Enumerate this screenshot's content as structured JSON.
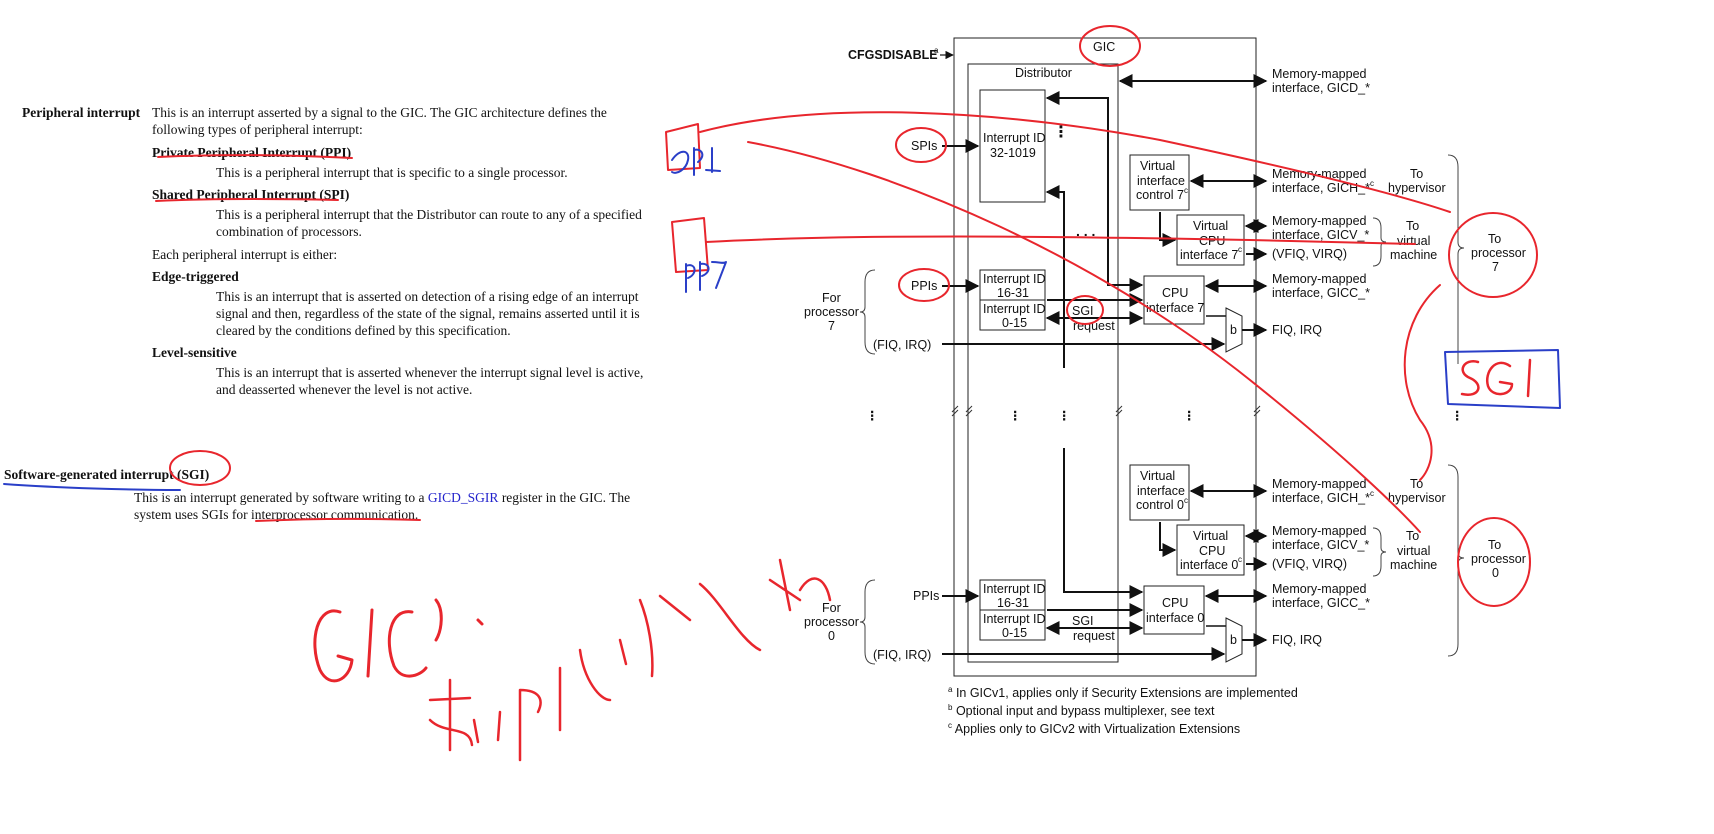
{
  "doc": {
    "peripheral_term": "Peripheral interrupt",
    "peripheral_desc_1": "This is an interrupt asserted by a signal to the GIC. The GIC architecture defines the",
    "peripheral_desc_2": "following types of peripheral interrupt:",
    "ppi_term": "Private Peripheral Interrupt (PPI)",
    "ppi_desc": "This is a peripheral interrupt that is specific to a single processor.",
    "spi_term": "Shared Peripheral Interrupt (SPI)",
    "spi_desc_1": "This is a peripheral interrupt that the Distributor can route to any of a specified",
    "spi_desc_2": "combination of processors.",
    "each_line": "Each peripheral interrupt is either:",
    "edge_term": "Edge-triggered",
    "edge_desc_1": "This is an interrupt that is asserted on detection of a rising edge of an interrupt",
    "edge_desc_2": "signal and then, regardless of the state of the signal, remains asserted until it is",
    "edge_desc_3": "cleared by the conditions defined by this specification.",
    "level_term": "Level-sensitive",
    "level_desc_1": "This is an interrupt that is asserted whenever the interrupt signal level is active,",
    "level_desc_2": "and deasserted whenever the level is not active.",
    "sgi_term": "Software-generated interrupt (SGI)",
    "sgi_desc_1a": "This is an interrupt generated by software writing to a ",
    "sgi_desc_1link": "GICD_SGIR",
    "sgi_desc_1b": " register in the GIC. The",
    "sgi_desc_2": "system uses SGIs for interprocessor communication."
  },
  "diagram": {
    "cfgsdisable": "CFGSDISABLE",
    "gic": "GIC",
    "distributor": "Distributor",
    "spis": "SPIs",
    "int_id_spi_1": "Interrupt ID",
    "int_id_spi_2": "32-1019",
    "mem_gicd_1": "Memory-mapped",
    "mem_gicd_2": "interface, GICD_*",
    "vic_1": "Virtual",
    "vic_2": "interface",
    "vic7_3": "control 7",
    "vic0_3": "control 0",
    "mem_gich_1": "Memory-mapped",
    "mem_gich_2": "interface, GICH_*",
    "to_hyp_1": "To",
    "to_hyp_2": "hypervisor",
    "vcpu_1": "Virtual",
    "vcpu_2": "CPU",
    "vcpu7_3": "interface 7",
    "vcpu0_3": "interface 0",
    "mem_gicv_1": "Memory-mapped",
    "mem_gicv_2": "interface, GICV_*",
    "vfiq": "(VFIQ, VIRQ)",
    "to_vm_1": "To",
    "to_vm_2": "virtual",
    "to_vm_3": "machine",
    "to_proc_1": "To",
    "to_proc_2": "processor",
    "proc7": "7",
    "proc0": "0",
    "ppis": "PPIs",
    "int_id_ppi_1": "Interrupt ID",
    "int_id_ppi_2": "16-31",
    "int_id_sgi_1": "Interrupt ID",
    "int_id_sgi_2": "0-15",
    "sgi_req_1": "SGI",
    "sgi_req_2": "request",
    "cpu_1": "CPU",
    "cpu7_2": "interface 7",
    "cpu0_2": "interface 0",
    "mem_gicc_1": "Memory-mapped",
    "mem_gicc_2": "interface, GICC_*",
    "for_proc_1": "For",
    "for_proc_2": "processor",
    "fiq_irq_in": "(FIQ, IRQ)",
    "fiq_irq_out": "FIQ, IRQ",
    "mux": "b",
    "dots": ". . ."
  },
  "footnotes": {
    "a": "In GICv1, applies only if Security Extensions are implemented",
    "b": "Optional input and bypass multiplexer, see text",
    "c": "Applies only to GICv2 with Virtualization Extensions"
  },
  "colors": {
    "annotation_red": "#e8262d",
    "annotation_blue": "#2a3fc8"
  }
}
